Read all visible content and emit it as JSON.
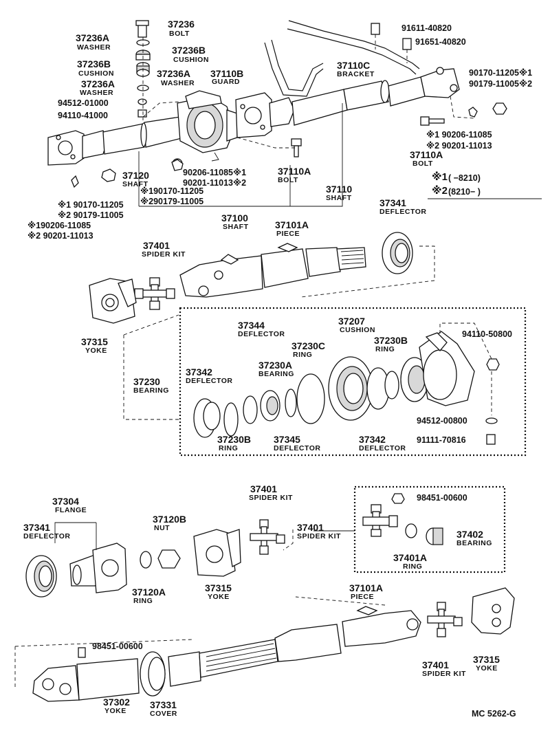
{
  "footer": {
    "code": "MC 5262-G"
  },
  "legend": {
    "n1_mark": "※1",
    "n1_range": "(        −8210)",
    "n2_mark": "※2",
    "n2_range": "(8210−         )"
  },
  "top": {
    "p37236": {
      "num": "37236",
      "desc": "BOLT"
    },
    "p37236A_1": {
      "num": "37236A",
      "desc": "WASHER"
    },
    "p37236B_1": {
      "num": "37236B",
      "desc": "CUSHION"
    },
    "p37236B_2": {
      "num": "37236B",
      "desc": "CUSHION"
    },
    "p37236A_2": {
      "num": "37236A",
      "desc": "WASHER"
    },
    "p37236A_3": {
      "num": "37236A",
      "desc": "WASHER"
    },
    "p94512_01000": "94512-01000",
    "p94110_41000": "94110-41000",
    "p37110B": {
      "num": "37110B",
      "desc": "GUARD"
    },
    "p37110C": {
      "num": "37110C",
      "desc": "BRACKET"
    },
    "p91611": "91611-40820",
    "p91651": "91651-40820",
    "p90170_r": "90170-11205※1",
    "p90179_r": "90179-11005※2",
    "p90206_r": "※1 90206-11085",
    "p90201_r": "※2 90201-11013",
    "p37110A_r": {
      "num": "37110A",
      "desc": "BOLT"
    },
    "p37120": {
      "num": "37120",
      "desc": "SHAFT"
    },
    "p90206_m": "90206-11085※1",
    "p90201_m": "90201-11013※2",
    "p190170": "※190170-11205",
    "p290179": "※290179-11005",
    "p37110A_m": {
      "num": "37110A",
      "desc": "BOLT"
    },
    "p37110": {
      "num": "37110",
      "desc": "SHAFT"
    },
    "p90170_l": "※1  90170-11205",
    "p90179_l": "※2  90179-11005",
    "p190206": "※190206-11085",
    "p290201": "※2 90201-11013",
    "p37100": {
      "num": "37100",
      "desc": "SHAFT"
    }
  },
  "middle": {
    "p37341": {
      "num": "37341",
      "desc": "DEFLECTOR"
    },
    "p37101A": {
      "num": "37101A",
      "desc": "PIECE"
    },
    "p37401": {
      "num": "37401",
      "desc": "SPIDER KIT"
    },
    "p37315": {
      "num": "37315",
      "desc": "YOKE"
    },
    "p37344": {
      "num": "37344",
      "desc": "DEFLECTOR"
    },
    "p37207": {
      "num": "37207",
      "desc": "CUSHION"
    },
    "p37230C": {
      "num": "37230C",
      "desc": "RING"
    },
    "p37230B_t": {
      "num": "37230B",
      "desc": "RING"
    },
    "p94110_50800": "94110-50800",
    "p37230A": {
      "num": "37230A",
      "desc": "BEARING"
    },
    "p37342_l": {
      "num": "37342",
      "desc": "DEFLECTOR"
    },
    "p37230": {
      "num": "37230",
      "desc": "BEARING"
    },
    "p37230B_b": {
      "num": "37230B",
      "desc": "RING"
    },
    "p37345": {
      "num": "37345",
      "desc": "DEFLECTOR"
    },
    "p37342_r": {
      "num": "37342",
      "desc": "DEFLECTOR"
    },
    "p94512_00800": "94512-00800",
    "p91111": "91111-70816"
  },
  "bottom": {
    "p37304": {
      "num": "37304",
      "desc": "FLANGE"
    },
    "p37341": {
      "num": "37341",
      "desc": "DEFLECTOR"
    },
    "p37120B": {
      "num": "37120B",
      "desc": "NUT"
    },
    "p37401_c": {
      "num": "37401",
      "desc": "SPIDER KIT"
    },
    "p37401_r": {
      "num": "37401",
      "desc": "SPIDER KIT"
    },
    "p98451_t": "98451-00600",
    "p37402": {
      "num": "37402",
      "desc": "BEARING"
    },
    "p37401A": {
      "num": "37401A",
      "desc": "RING"
    },
    "p37120A": {
      "num": "37120A",
      "desc": "RING"
    },
    "p37315_c": {
      "num": "37315",
      "desc": "YOKE"
    },
    "p37101A": {
      "num": "37101A",
      "desc": "PIECE"
    },
    "p98451_b": "98451-00600",
    "p37401_b": {
      "num": "37401",
      "desc": "SPIDER KIT"
    },
    "p37315_b": {
      "num": "37315",
      "desc": "YOKE"
    },
    "p37302": {
      "num": "37302",
      "desc": "YOKE"
    },
    "p37331": {
      "num": "37331",
      "desc": "COVER"
    }
  }
}
